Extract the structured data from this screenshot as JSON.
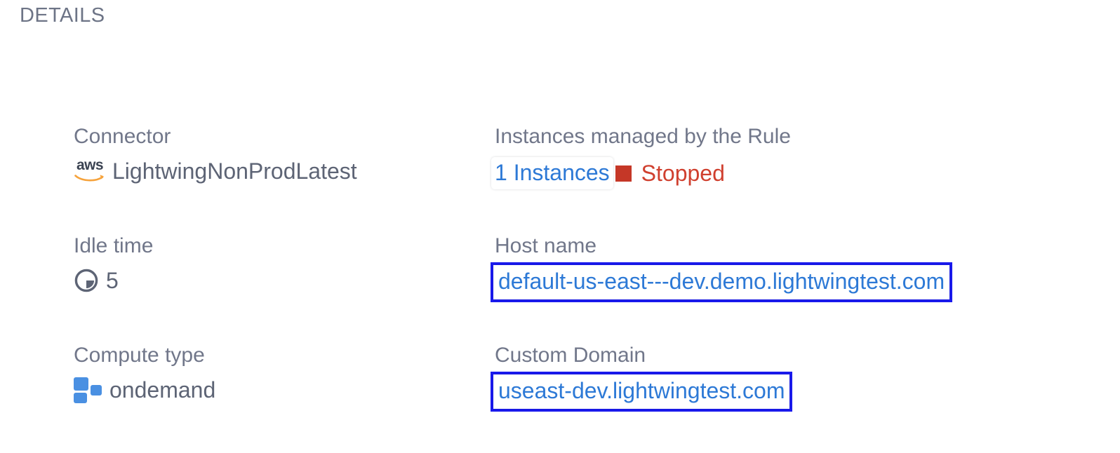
{
  "section": {
    "title": "DETAILS"
  },
  "fields": {
    "connector": {
      "label": "Connector",
      "value": "LightwingNonProdLatest",
      "icon": "aws-logo-icon",
      "icon_text": "aws"
    },
    "instances": {
      "label": "Instances managed by the Rule",
      "count_text": "1 Instances",
      "status_text": "Stopped",
      "status_icon": "stopped-square-icon"
    },
    "idle_time": {
      "label": "Idle time",
      "value": "5",
      "icon": "pie-clock-icon"
    },
    "host_name": {
      "label": "Host name",
      "value": "default-us-east---dev.demo.lightwingtest.com"
    },
    "compute_type": {
      "label": "Compute type",
      "value": "ondemand",
      "icon": "blocks-icon"
    },
    "custom_domain": {
      "label": "Custom Domain",
      "value": "useast-dev.lightwingtest.com"
    }
  },
  "colors": {
    "label": "#71778a",
    "value": "#5d6475",
    "link": "#2d79d6",
    "status_red": "#d0402f",
    "status_square_red": "#c53727",
    "annotation_border": "#1a1aee",
    "heading": "#6d7486",
    "blocks_blue": "#4a90e2",
    "aws_orange": "#f6a33c"
  }
}
